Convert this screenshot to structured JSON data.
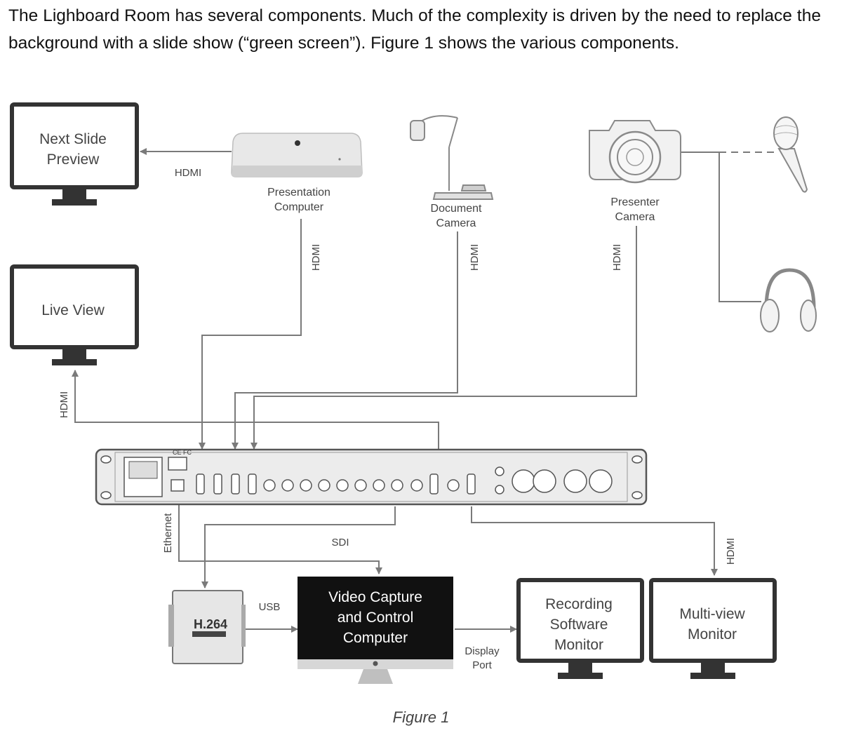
{
  "intro": {
    "line1": "The Lighboard Room has several components.  Much of the complexity is driven by the need to replace the background with a slide show (“green screen”).  Figure 1 shows the various components."
  },
  "caption": "Figure 1",
  "monitors": {
    "next_slide": [
      "Next Slide",
      "Preview"
    ],
    "live_view": [
      "Live View"
    ],
    "recording": [
      "Recording",
      "Software",
      "Monitor"
    ],
    "multiview": [
      "Multi-view",
      "Monitor"
    ],
    "capture": [
      "Video Capture",
      "and Control",
      "Computer"
    ]
  },
  "devices": {
    "presentation": [
      "Presentation",
      "Computer"
    ],
    "document": [
      "Document",
      "Camera"
    ],
    "presenter": [
      "Presenter",
      "Camera"
    ],
    "encoder_text": "H.264"
  },
  "connections": {
    "hdmi": "HDMI",
    "sdi": "SDI",
    "usb": "USB",
    "ethernet": "Ethernet",
    "displayport": [
      "Display",
      "Port"
    ]
  },
  "colors": {
    "line": "#7a7a7a",
    "monitor_frame": "#3a3a3a",
    "device_body": "#e6e6e6"
  }
}
